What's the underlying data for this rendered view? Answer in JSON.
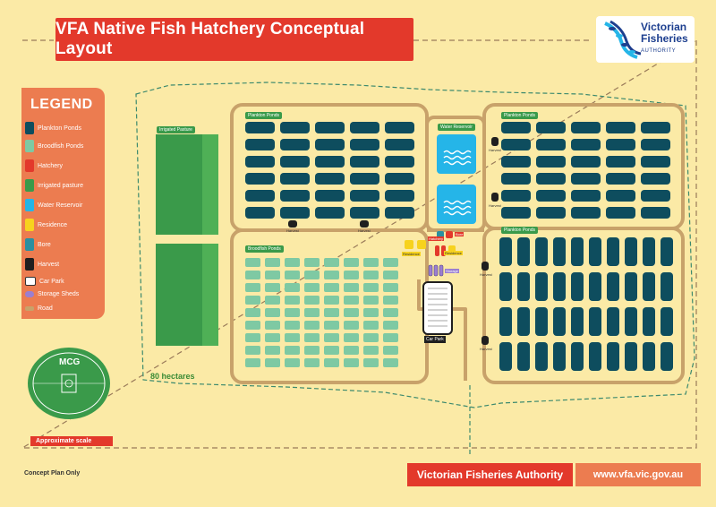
{
  "title": "VFA Native Fish Hatchery Conceptual Layout",
  "logo": {
    "line1": "Victorian",
    "line2": "Fisheries",
    "line3": "AUTHORITY"
  },
  "legend": {
    "title": "LEGEND",
    "items": [
      {
        "label": "Plankton Ponds",
        "color": "#0e4d5e"
      },
      {
        "label": "Broodfish Ponds",
        "color": "#7ec9a3"
      },
      {
        "label": "Hatchery",
        "color": "#e3392b"
      },
      {
        "label": "Irrigated pasture",
        "color": "#3a9a4a"
      },
      {
        "label": "Water Reservoir",
        "color": "#25b5e8"
      },
      {
        "label": "Residence",
        "color": "#f7d21e"
      },
      {
        "label": "Bore",
        "color": "#2a8fa0"
      },
      {
        "label": "Harvest",
        "color": "#1f1f1f"
      },
      {
        "label": "Car Park",
        "color": "#ffffff"
      },
      {
        "label": "Storage Sheds",
        "color": "#9b7fd0"
      },
      {
        "label": "Road",
        "color": "#c8a26a"
      }
    ]
  },
  "mcg_label": "MCG",
  "scale_label": "Approximate scale",
  "area_label": "80 hectares",
  "concept_label": "Concept Plan Only",
  "footer": {
    "org": "Victorian Fisheries Authority",
    "web": "www.vfa.vic.gov.au"
  },
  "sections": {
    "irrigated": "Irrigated Pasture",
    "plankton_left": "Plankton Ponds",
    "plankton_right": "Plankton Ponds",
    "plankton_lower": "Plankton Ponds",
    "broodfish": "Broodfish Ponds",
    "reservoir": "Water Reservoir"
  },
  "facilities": {
    "harvest": "Harvest",
    "residence": "Residence",
    "hatchery": "Hatchery",
    "bore": "Bore",
    "storage": "Storage",
    "car_park": "Car Park"
  },
  "colors": {
    "background": "#fbeaa6",
    "road": "#c8a26a",
    "plankton": "#0e4d5e",
    "broodfish": "#7ec9a3",
    "pasture": "#3a9a4a",
    "water": "#25b5e8",
    "boundary": "#3d8a6e"
  }
}
